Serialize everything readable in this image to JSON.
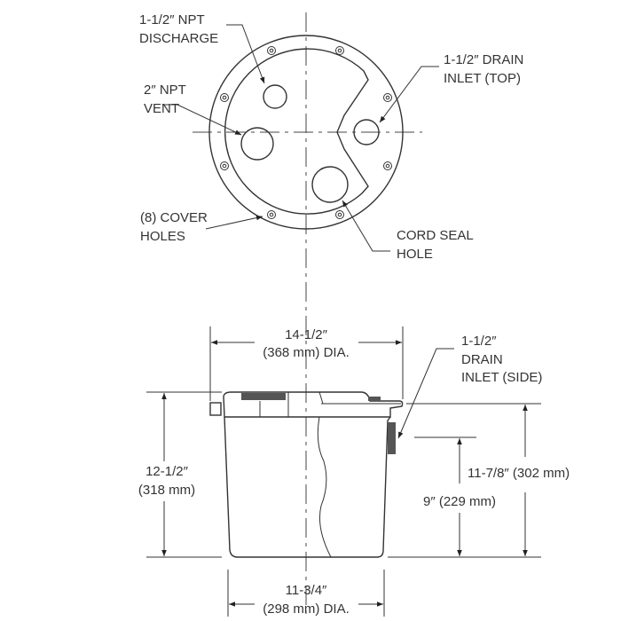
{
  "top_view": {
    "labels": {
      "discharge": [
        "1-1/2″ NPT",
        "DISCHARGE"
      ],
      "vent": [
        "2″ NPT",
        "VENT"
      ],
      "cover_holes": [
        "(8) COVER",
        "HOLES"
      ],
      "cord_seal": [
        "CORD SEAL",
        "HOLE"
      ],
      "drain_top": [
        "1-1/2″ DRAIN",
        "INLET (TOP)"
      ]
    }
  },
  "side_view": {
    "labels": {
      "top_diameter": [
        "14-1/2″",
        "(368 mm) DIA."
      ],
      "drain_side": [
        "1-1/2″",
        "DRAIN",
        "INLET (SIDE)"
      ],
      "overall_height": [
        "12-1/2″",
        "(318 mm)"
      ],
      "rim_height": "11-7/8″ (302 mm)",
      "inlet_height": "9″ (229 mm)",
      "bottom_diameter": [
        "11-3/4″",
        "(298 mm) DIA."
      ]
    }
  }
}
